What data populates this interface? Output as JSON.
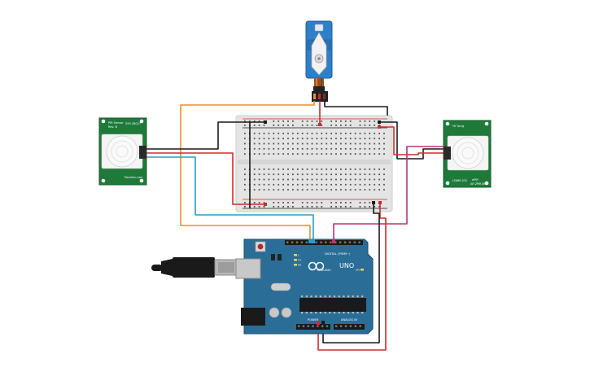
{
  "pir_left": {
    "label_top_left": "PIR Sensor",
    "label_top_left2": "Rev. B",
    "label_top_right": "555-28027",
    "label_bottom_right": "Parallax.com"
  },
  "pir_right": {
    "label_top_right": "Ht Ypng",
    "label_bottom_left": "LD8M-100",
    "label_bottom_right": "ePIR",
    "label_bottom_right2": "AP-2PIR-BS"
  },
  "arduino": {
    "uno_label": "UNO",
    "arduino_label": "ARDUINO",
    "digital_label": "DIGITAL (PWM~)",
    "power_label": "POWER",
    "analog_label": "ANALOG IN",
    "led_tx": "TX",
    "led_rx": "RX",
    "led_l": "L",
    "led_on": "ON"
  },
  "wire_colors": {
    "orange": "#e8902a",
    "blue": "#2a9dc8",
    "red": "#d42a2a",
    "black": "#1a1a1a",
    "magenta": "#c2307a"
  }
}
